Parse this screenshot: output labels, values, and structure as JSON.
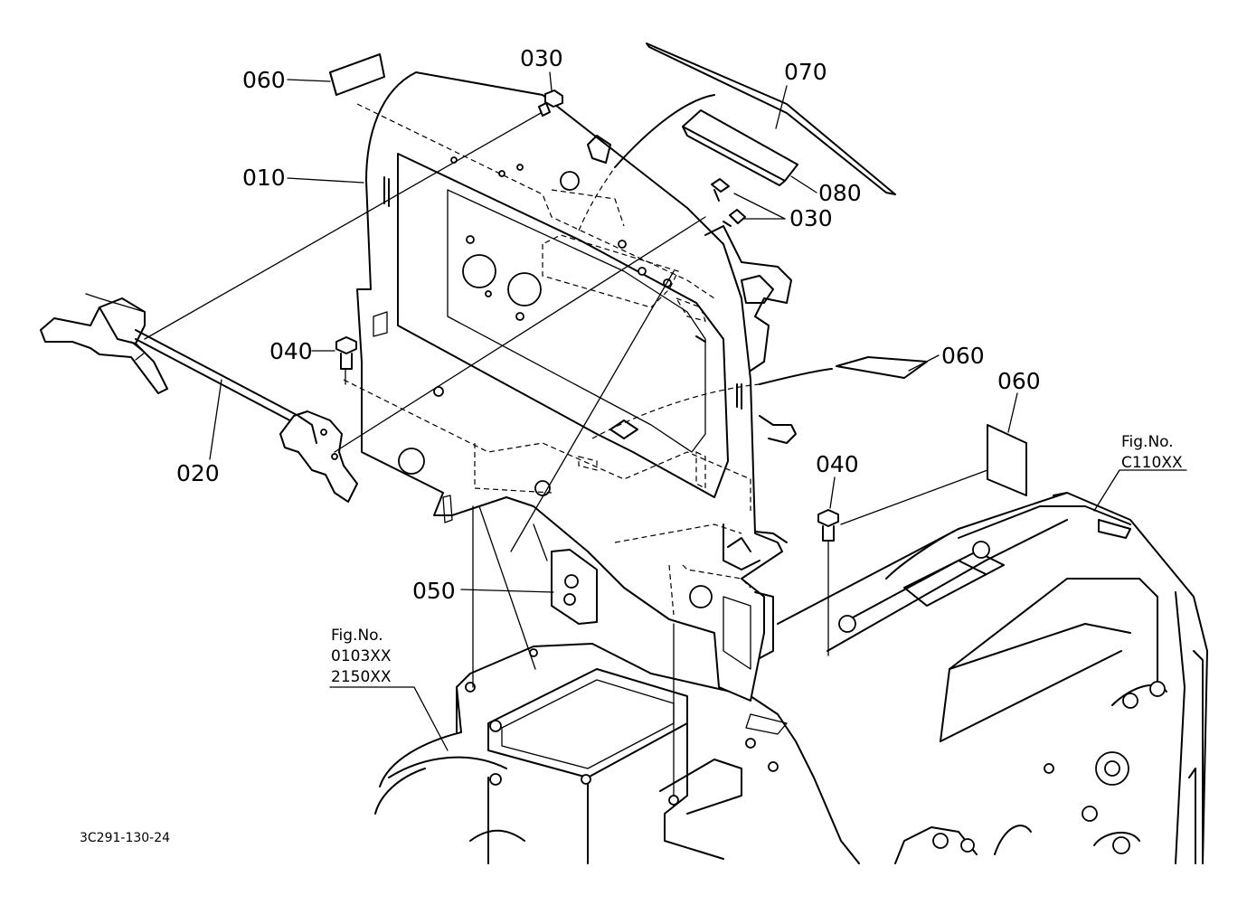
{
  "labels": {
    "p010": "010",
    "p020": "020",
    "p030a": "030",
    "p030b": "030",
    "p040a": "040",
    "p040b": "040",
    "p050": "050",
    "p060a": "060",
    "p060b": "060",
    "p060c": "060",
    "p070": "070",
    "p080": "080"
  },
  "fig_refs": {
    "left_title": "Fig.No.",
    "left_line1": "0103XX",
    "left_line2": "2150XX",
    "right_title": "Fig.No.",
    "right_line1": "C110XX"
  },
  "drawing_number": "3C291-130-24"
}
